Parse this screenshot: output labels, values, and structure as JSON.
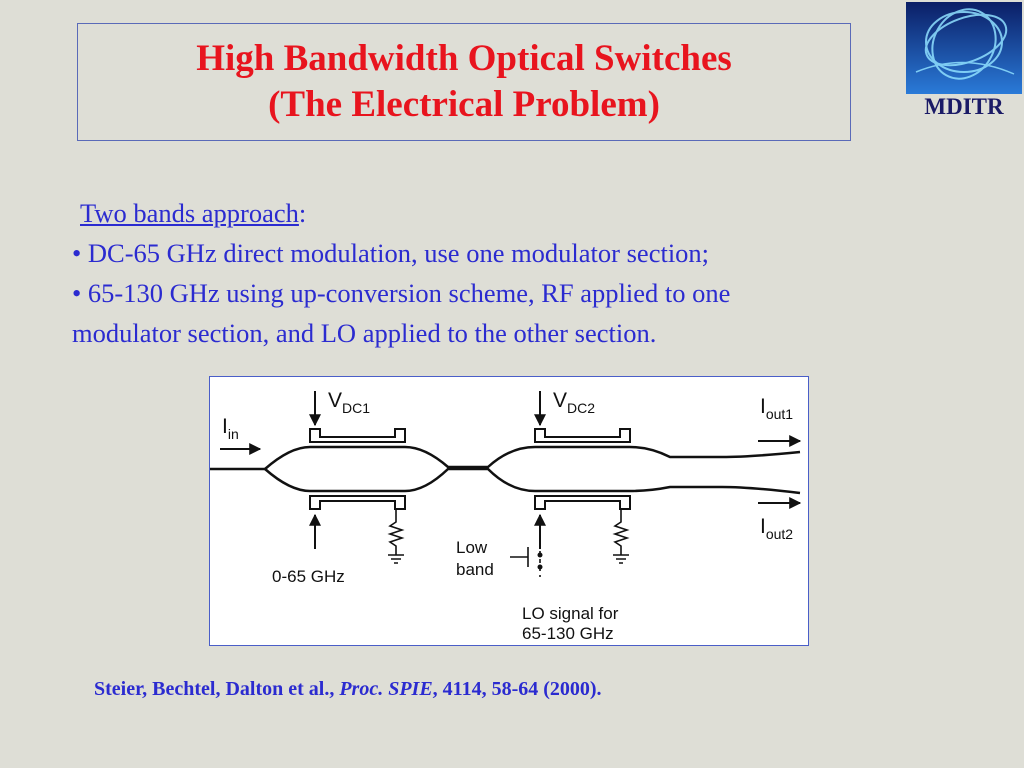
{
  "title": {
    "line1": "High Bandwidth Optical Switches",
    "line2": "(The Electrical Problem)"
  },
  "logo": {
    "text": "MDITR",
    "colors": {
      "bg_top": "#0b1e66",
      "bg_bottom": "#2a7ad8",
      "ring": "#8fe0ff",
      "text": "#1a1a66"
    }
  },
  "body": {
    "heading": "Two bands approach",
    "heading_suffix": ":",
    "bullets": [
      "• DC-65 GHz direct modulation, use one modulator section;",
      "• 65-130 GHz using up-conversion scheme, RF applied to one",
      "modulator section, and LO applied to the other section."
    ]
  },
  "figure": {
    "input_label": {
      "main": "I",
      "sub": "in"
    },
    "vdc1": {
      "main": "V",
      "sub": "DC1"
    },
    "vdc2": {
      "main": "V",
      "sub": "DC2"
    },
    "out1": {
      "main": "I",
      "sub": "out1"
    },
    "out2": {
      "main": "I",
      "sub": "out2"
    },
    "band_low": "0-65 GHz",
    "low_band": [
      "Low",
      "band"
    ],
    "lo_signal": [
      "LO signal for",
      "65-130 GHz"
    ]
  },
  "citation": {
    "authors": "Steier, Bechtel, Dalton et al., ",
    "journal": "Proc. SPIE",
    "details": ", 4114, 58-64 (2000)."
  },
  "colors": {
    "background": "#deded6",
    "title": "#e8141e",
    "text": "#2b2bd0",
    "frame": "#4a5ec8"
  }
}
